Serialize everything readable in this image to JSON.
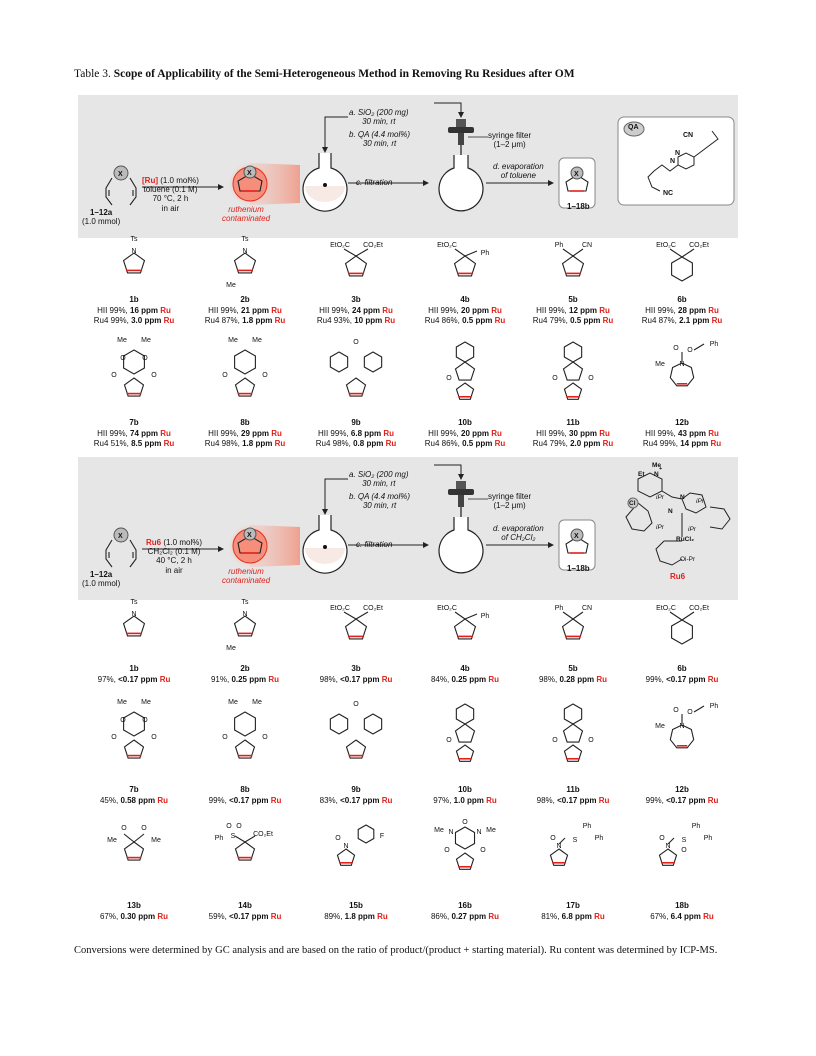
{
  "title": {
    "number": "Table 3.",
    "text": "Scope of Applicability of the Semi-Heterogeneous Method in Removing Ru Residues after OM"
  },
  "scheme1": {
    "substrate": "1–12a",
    "substrate_amount": "(1.0 mmol)",
    "catalyst": "[Ru]",
    "catalyst_amount": " (1.0 mol%)",
    "conditions": [
      "toluene (0.1 M)",
      "70 °C, 2 h",
      "in air"
    ],
    "contaminated": [
      "ruthenium",
      "contaminated"
    ],
    "step_a": [
      "a. SiO₂ (200 mg)",
      "30 min, rt"
    ],
    "step_b": [
      "b. QA (4.4 mol%)",
      "30 min, rt"
    ],
    "step_c": "c. filtration",
    "syringe": [
      "syringe filter",
      "(1–2 μm)"
    ],
    "step_d": [
      "d. evaporation",
      "of toluene"
    ],
    "product": "1–18b",
    "qa_label": "QA",
    "qa_atoms": [
      "CN",
      "N",
      "N",
      "NC"
    ]
  },
  "scheme2": {
    "substrate": "1–12a",
    "substrate_amount": "(1.0 mmol)",
    "catalyst": "Ru6",
    "catalyst_amount": " (1.0 mol%)",
    "conditions": [
      "CH₂Cl₂ (0.1 M)",
      "40 °C, 2 h",
      "in air"
    ],
    "contaminated": [
      "ruthenium",
      "contaminated"
    ],
    "step_a": [
      "a. SiO₂ (200 mg)",
      "30 min, rt"
    ],
    "step_b": [
      "b. QA (4.4 mol%)",
      "30 min, rt"
    ],
    "step_c": "c. filtration",
    "syringe": [
      "syringe filter",
      "(1–2 μm)"
    ],
    "step_d": [
      "d. evaporation",
      "of CH₂Cl₂"
    ],
    "product": "1–18b",
    "ru6_label": "Ru6",
    "ru6_atoms": [
      "Me",
      "Et",
      "N",
      "+",
      "Cl",
      "iPr",
      "N",
      "N",
      "iPr",
      "iPr",
      "iPr",
      "RuCl₂",
      "Oi-Pr"
    ]
  },
  "products1": [
    {
      "id": "1b",
      "r1": [
        "HII 99%, ",
        "16 ppm",
        " Ru"
      ],
      "r2": [
        "Ru4 99%, ",
        "3.0 ppm",
        " Ru"
      ]
    },
    {
      "id": "2b",
      "r1": [
        "HII 99%, ",
        "21 ppm",
        " Ru"
      ],
      "r2": [
        "Ru4 87%, ",
        "1.8 ppm",
        " Ru"
      ]
    },
    {
      "id": "3b",
      "r1": [
        "HII 99%, ",
        "24 ppm",
        " Ru"
      ],
      "r2": [
        "Ru4 93%, ",
        "10 ppm",
        " Ru"
      ]
    },
    {
      "id": "4b",
      "r1": [
        "HII 99%, ",
        "20 ppm",
        " Ru"
      ],
      "r2": [
        "Ru4 86%, ",
        "0.5 ppm",
        " Ru"
      ]
    },
    {
      "id": "5b",
      "r1": [
        "HII 99%, ",
        "12 ppm",
        " Ru"
      ],
      "r2": [
        "Ru4 79%, ",
        "0.5 ppm",
        " Ru"
      ]
    },
    {
      "id": "6b",
      "r1": [
        "HII 99%, ",
        "28 ppm",
        " Ru"
      ],
      "r2": [
        "Ru4 87%, ",
        "2.1 ppm",
        " Ru"
      ]
    },
    {
      "id": "7b",
      "r1": [
        "HII 99%, ",
        "74 ppm",
        " Ru"
      ],
      "r2": [
        "Ru4 51%, ",
        "8.5 ppm",
        " Ru"
      ]
    },
    {
      "id": "8b",
      "r1": [
        "HII 99%, ",
        "29 ppm",
        " Ru"
      ],
      "r2": [
        "Ru4 98%, ",
        "1.8 ppm",
        " Ru"
      ]
    },
    {
      "id": "9b",
      "r1": [
        "HII 99%, ",
        "6.8 ppm",
        " Ru"
      ],
      "r2": [
        "Ru4 98%, ",
        "0.8 ppm",
        " Ru"
      ]
    },
    {
      "id": "10b",
      "r1": [
        "HII 99%, ",
        "20 ppm",
        " Ru"
      ],
      "r2": [
        "Ru4 86%, ",
        "0.5 ppm",
        " Ru"
      ]
    },
    {
      "id": "11b",
      "r1": [
        "HII 99%, ",
        "30 ppm",
        " Ru"
      ],
      "r2": [
        "Ru4 79%, ",
        "2.0 ppm",
        " Ru"
      ]
    },
    {
      "id": "12b",
      "r1": [
        "HII 99%, ",
        "43 ppm",
        " Ru"
      ],
      "r2": [
        "Ru4 99%, ",
        "14 ppm",
        " Ru"
      ]
    }
  ],
  "products2": [
    {
      "id": "1b",
      "r": [
        "97%, ",
        "<0.17 ppm",
        " Ru"
      ]
    },
    {
      "id": "2b",
      "r": [
        "91%, ",
        "0.25 ppm",
        " Ru"
      ]
    },
    {
      "id": "3b",
      "r": [
        "98%, ",
        "<0.17 ppm",
        " Ru"
      ]
    },
    {
      "id": "4b",
      "r": [
        "84%, ",
        "0.25 ppm",
        " Ru"
      ]
    },
    {
      "id": "5b",
      "r": [
        "98%, ",
        "0.28 ppm",
        " Ru"
      ]
    },
    {
      "id": "6b",
      "r": [
        "99%, ",
        "<0.17 ppm",
        " Ru"
      ]
    },
    {
      "id": "7b",
      "r": [
        "45%, ",
        "0.58 ppm",
        " Ru"
      ]
    },
    {
      "id": "8b",
      "r": [
        "99%, ",
        "<0.17 ppm",
        " Ru"
      ]
    },
    {
      "id": "9b",
      "r": [
        "83%, ",
        "<0.17 ppm",
        " Ru"
      ]
    },
    {
      "id": "10b",
      "r": [
        "97%, ",
        "1.0 ppm",
        " Ru"
      ]
    },
    {
      "id": "11b",
      "r": [
        "98%, ",
        "<0.17 ppm",
        " Ru"
      ]
    },
    {
      "id": "12b",
      "r": [
        "99%, ",
        "<0.17 ppm",
        " Ru"
      ]
    },
    {
      "id": "13b",
      "r": [
        "67%, ",
        "0.30 ppm",
        " Ru"
      ]
    },
    {
      "id": "14b",
      "r": [
        "59%, ",
        "<0.17 ppm",
        " Ru"
      ]
    },
    {
      "id": "15b",
      "r": [
        "89%, ",
        "1.8 ppm",
        " Ru"
      ]
    },
    {
      "id": "16b",
      "r": [
        "86%, ",
        "0.27 ppm",
        " Ru"
      ]
    },
    {
      "id": "17b",
      "r": [
        "81%, ",
        "6.8 ppm",
        " Ru"
      ]
    },
    {
      "id": "18b",
      "r": [
        "67%, ",
        "6.4 ppm",
        " Ru"
      ]
    }
  ],
  "atoms": {
    "ts": "Ts",
    "n": "N",
    "me": "Me",
    "co2et_l": "EtO₂C",
    "co2et_r": "CO₂Et",
    "ph": "Ph",
    "cn": "CN",
    "o": "O",
    "s": "S",
    "f": "F",
    "so2": "S",
    "co2et": "CO₂Et"
  },
  "footnote": "Conversions were determined by GC analysis and are based on the ratio of product/(product + starting material). Ru content was determined by ICP-MS."
}
